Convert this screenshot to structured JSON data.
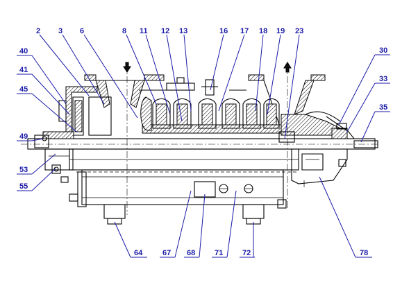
{
  "drawing": {
    "top_labels": [
      "2",
      "3",
      "6",
      "8",
      "11",
      "12",
      "13",
      "16",
      "17",
      "18",
      "19",
      "23"
    ],
    "left_labels": [
      "40",
      "41",
      "45",
      "49",
      "53",
      "55"
    ],
    "right_labels": [
      "30",
      "33",
      "35"
    ],
    "bottom_labels": [
      "64",
      "67",
      "68",
      "71",
      "72",
      "78"
    ]
  },
  "colors": {
    "label": "#1a1aa8",
    "line": "#000000"
  }
}
